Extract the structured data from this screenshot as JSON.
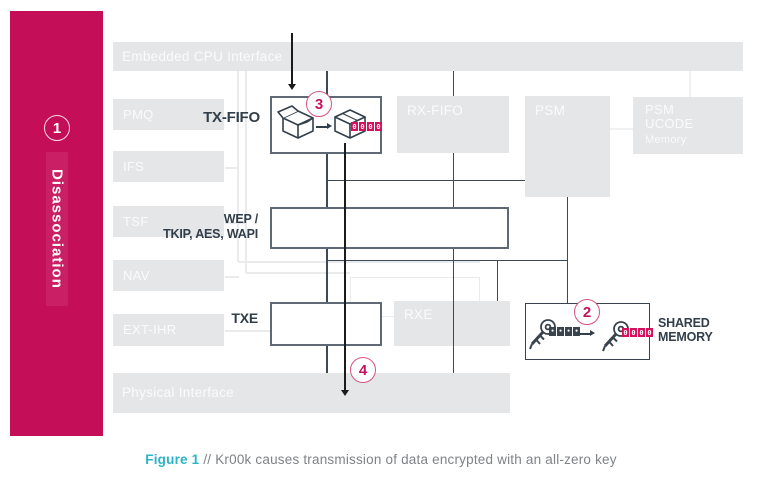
{
  "figure": {
    "caption": {
      "figure_label": "Figure 1",
      "separator": "//",
      "text": "Kr00k causes transmission of data encrypted with an all-zero key"
    }
  },
  "banner": {
    "badge": "1",
    "label": "Disassociation"
  },
  "steps": {
    "step2": "2",
    "step3": "3",
    "step4": "4"
  },
  "blocks": {
    "embedded_cpu": "Embedded CPU Interface",
    "pmq": "PMQ",
    "ifs": "IFS",
    "tsf": "TSF",
    "nav": "NAV",
    "ext_ihr": "EXT-IHR",
    "physical": "Physical Interface",
    "rx_fifo": "RX-FIFO",
    "psm": "PSM",
    "psm_ucode_line1": "PSM",
    "psm_ucode_line2": "UCODE",
    "psm_ucode_line3": "Memory",
    "rxe": "RXE"
  },
  "labels": {
    "tx_fifo": "TX-FIFO",
    "crypto_line1": "WEP /",
    "crypto_line2": "TKIP, AES, WAPI",
    "txe": "TXE",
    "shared_line1": "SHARED",
    "shared_line2": "MEMORY"
  },
  "packet_zero_digits": [
    "0",
    "0",
    "0",
    "0"
  ],
  "key_masked_digits": [
    "•",
    "•",
    "•",
    "•"
  ],
  "key_zero_digits": [
    "0",
    "0",
    "0",
    "0"
  ],
  "colors": {
    "magenta": "#c50e58",
    "teal": "#2bb3c8",
    "dark_line": "#3c4956",
    "block_gray": "#e5e6e8"
  }
}
